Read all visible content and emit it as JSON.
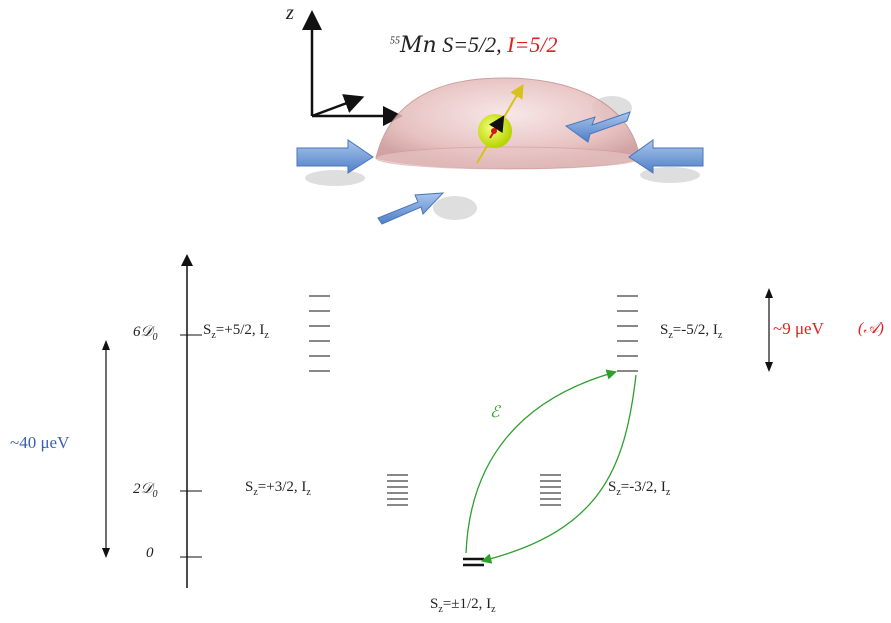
{
  "header": {
    "axis_label": "z",
    "isotope_mass": "55",
    "isotope_symbol": "Mn",
    "spin_label": "S=5/2,",
    "nuclear_spin_label": "I=5/2"
  },
  "levels": {
    "y_6D0": "6𝒟",
    "y_6D0_sub": "0",
    "y_2D0": "2𝒟",
    "y_2D0_sub": "0",
    "y_0": "0",
    "plus52": {
      "pre": "S",
      "sub": "z",
      "val": "=+5/2, I",
      "sub2": "z"
    },
    "minus52": {
      "pre": "S",
      "sub": "z",
      "val": "=-5/2, I",
      "sub2": "z"
    },
    "plus32": {
      "pre": "S",
      "sub": "z",
      "val": "=+3/2, I",
      "sub2": "z"
    },
    "minus32": {
      "pre": "S",
      "sub": "z",
      "val": "=-3/2, I",
      "sub2": "z"
    },
    "pm12": {
      "pre": "S",
      "sub": "z",
      "val": "=±1/2, I",
      "sub2": "z"
    }
  },
  "annotations": {
    "energy_span": "~40 μeV",
    "hyperfine_span": "~9 μeV",
    "hyperfine_symbol": "(𝒜)",
    "strain_symbol": "ℰ"
  },
  "colors": {
    "red": "#e02020",
    "blue": "#3a5fb0",
    "green": "#2ea02e",
    "arrow_fill": "#6d9bd8"
  }
}
